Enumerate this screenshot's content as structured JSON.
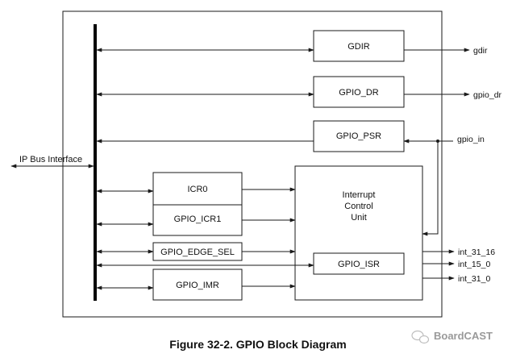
{
  "diagram": {
    "bus_label": "IP Bus Interface",
    "blocks": {
      "gdir": "GDIR",
      "gpio_dr": "GPIO_DR",
      "gpio_psr": "GPIO_PSR",
      "icr0": "ICR0",
      "gpio_icr1": "GPIO_ICR1",
      "gpio_edge_sel": "GPIO_EDGE_SEL",
      "gpio_imr": "GPIO_IMR",
      "gpio_isr": "GPIO_ISR"
    },
    "interrupt_unit": [
      "Interrupt",
      "Control",
      "Unit"
    ],
    "signals": {
      "gdir": "gdir",
      "gpio_dr": "gpio_dr",
      "gpio_in": "gpio_in",
      "int_31_16": "int_31_16",
      "int_15_0": "int_15_0",
      "int_31_0": "int_31_0"
    }
  },
  "caption": "Figure 32-2. GPIO Block Diagram",
  "watermark": "BoardCAST",
  "watermark_icon": "wechat-icon"
}
